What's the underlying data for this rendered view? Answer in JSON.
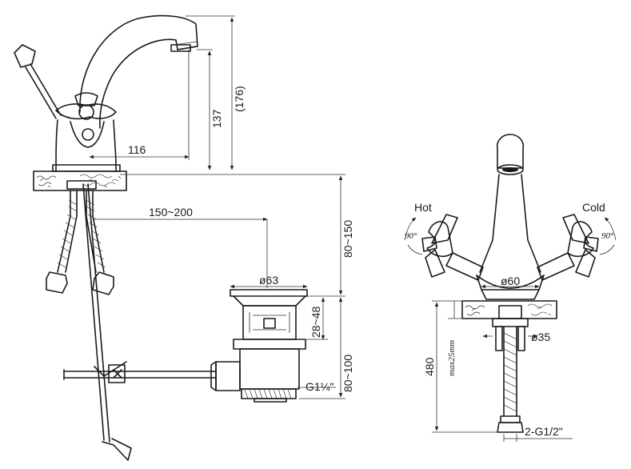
{
  "labels": {
    "spout_reach": "116",
    "spout_height": "137",
    "overall_height": "(176)",
    "drain_offset": "150~200",
    "drain_diameter": "ø63",
    "drain_height_a": "28~48",
    "drain_depth": "80~150",
    "drain_depth_b": "80~100",
    "drain_thread": "G1¼\"",
    "hot": "Hot",
    "cold": "Cold",
    "rot_left": "90°",
    "rot_right": "90°",
    "base_diameter": "ø60",
    "hole_diameter": "ø35",
    "hose_length": "480",
    "max_thickness": "max25mm",
    "hose_thread": "2-G1/2\""
  }
}
